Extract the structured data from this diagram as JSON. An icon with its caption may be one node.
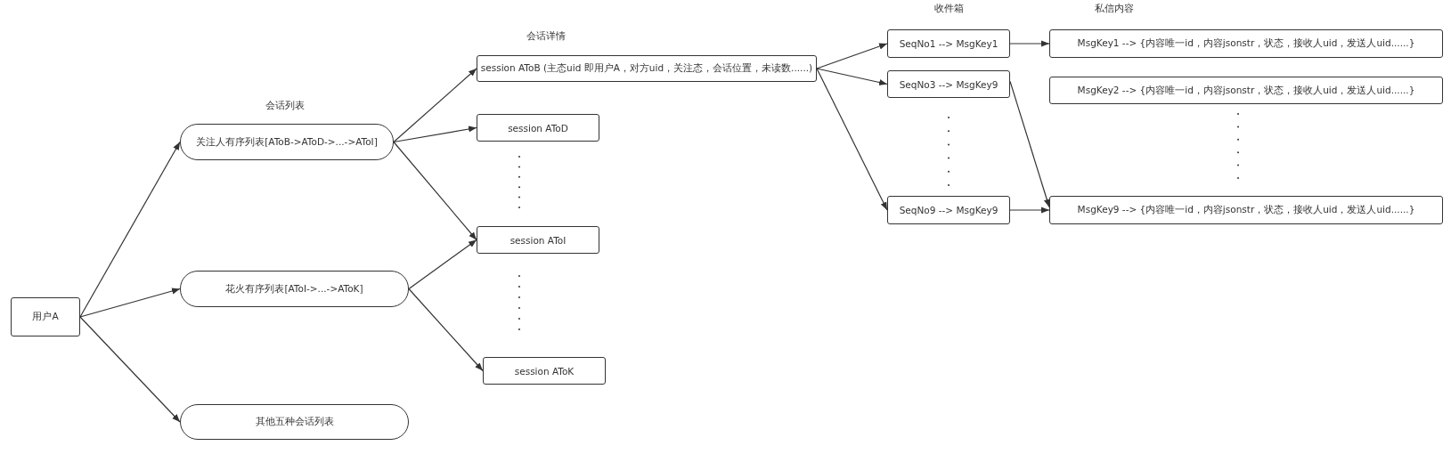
{
  "diagram": {
    "nodes": [
      {
        "text": [
          "用户A"
        ]
      },
      {
        "text": [
          "关注人有序列表[AToB->AToD->...->AToI]"
        ]
      },
      {
        "text": [
          "花火有序列表[AToI->...->AToK]"
        ]
      },
      {
        "text": [
          "其他五种会话列表"
        ]
      },
      {
        "text": [
          "session AToB (主态uid 即用户A，对方uid，关注态，会话位置，未读数......)"
        ]
      },
      {
        "text": [
          "session AToD"
        ]
      },
      {
        "text": [
          "session AToI"
        ]
      },
      {
        "text": [
          "session AToK"
        ]
      },
      {
        "text": [
          "SeqNo1 --> MsgKey1"
        ]
      },
      {
        "text": [
          "SeqNo3 --> MsgKey9"
        ]
      },
      {
        "text": [
          "SeqNo9 --> MsgKey9"
        ]
      },
      {
        "text": [
          "MsgKey1 --> {内容唯一id，内容jsonstr，状态，接收人uid，发送人uid......}"
        ]
      },
      {
        "text": [
          "MsgKey2 --> {内容唯一id，内容jsonstr，状态，接收人uid，发送人uid......}"
        ]
      },
      {
        "text": [
          "MsgKey9 --> {内容唯一id，内容jsonstr，状态，接收人uid，发送人uid......}"
        ]
      }
    ],
    "edges": [
      {
        "from": 0,
        "to": 1,
        "arrow": "to"
      },
      {
        "from": 0,
        "to": 2,
        "arrow": "to"
      },
      {
        "from": 0,
        "to": 3,
        "arrow": "to"
      },
      {
        "from": 1,
        "to": 4,
        "arrow": "to"
      },
      {
        "from": 1,
        "to": 5,
        "arrow": "to"
      },
      {
        "from": 1,
        "to": 6,
        "arrow": "to"
      },
      {
        "from": 2,
        "to": 6,
        "arrow": "to"
      },
      {
        "from": 2,
        "to": 7,
        "arrow": "to"
      },
      {
        "from": 4,
        "to": 8,
        "arrow": "to"
      },
      {
        "from": 4,
        "to": 9,
        "arrow": "to"
      },
      {
        "from": 4,
        "to": 10,
        "arrow": "to"
      },
      {
        "from": 8,
        "to": 11,
        "arrow": "to"
      },
      {
        "from": 9,
        "to": 13,
        "arrow": "to"
      },
      {
        "from": 10,
        "to": 13,
        "arrow": "to"
      }
    ],
    "labels": [
      "会话列表",
      "会话详情",
      "收件箱",
      "私信内容"
    ]
  }
}
